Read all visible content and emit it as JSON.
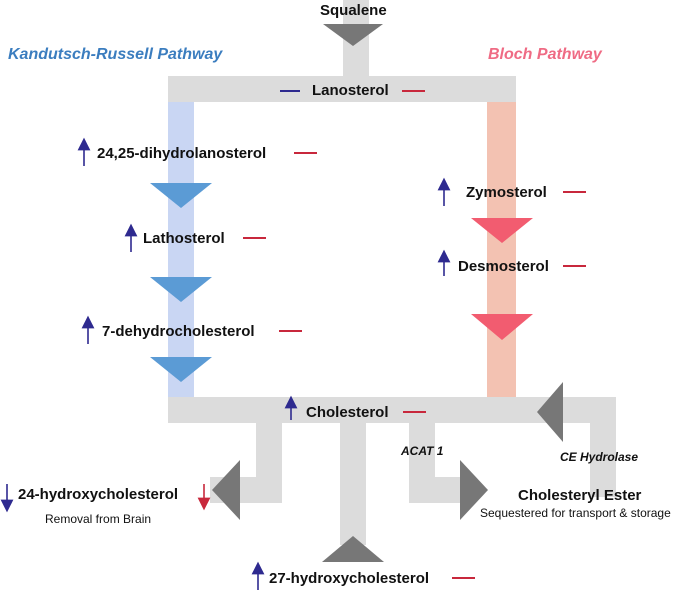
{
  "colors": {
    "up": "#2e2a8f",
    "down": "#2e2a8f",
    "dash_red": "#c8283c",
    "dash_blue": "#2e2a8f",
    "kr_title": "#3b7dbf",
    "bloch_title": "#ef6b84",
    "track_gray": "#dcdcdc",
    "kr_track": "#c9d6f3",
    "bloch_track": "#f3c2b2",
    "kr_arrow": "#5b9bd5",
    "bloch_arrow": "#f25c70",
    "gray_arrow": "#777777"
  },
  "titles": {
    "kandutsch_russell": "Kandutsch-Russell Pathway",
    "bloch": "Bloch Pathway"
  },
  "molecules": {
    "squalene": "Squalene",
    "lanosterol": "Lanosterol",
    "dihydrolanosterol": "24,25-dihydrolanosterol",
    "lathosterol": "Lathosterol",
    "dehydrocholesterol": "7-dehydrocholesterol",
    "zymosterol": "Zymosterol",
    "desmosterol": "Desmosterol",
    "cholesterol": "Cholesterol",
    "hydroxy24": "24-hydroxycholesterol",
    "hydroxy27": "27-hydroxycholesterol",
    "cholesteryl_ester": "Cholesteryl Ester"
  },
  "enzymes": {
    "acat1": "ACAT 1",
    "ce_hydrolase": "CE Hydrolase"
  },
  "notes": {
    "removal": "Removal from Brain",
    "sequestered": "Sequestered for transport & storage"
  },
  "change_indicators": [
    {
      "molecule": "lanosterol",
      "left": "none",
      "left_dash": "blue",
      "right": "red-dash"
    },
    {
      "molecule": "dihydrolanosterol",
      "left": "up",
      "right": "red-dash"
    },
    {
      "molecule": "lathosterol",
      "left": "up",
      "right": "red-dash"
    },
    {
      "molecule": "dehydrocholesterol",
      "left": "up",
      "right": "red-dash"
    },
    {
      "molecule": "zymosterol",
      "left": "up",
      "right": "red-dash"
    },
    {
      "molecule": "desmosterol",
      "left": "up",
      "right": "red-dash"
    },
    {
      "molecule": "cholesterol",
      "left": "up",
      "right": "red-dash"
    },
    {
      "molecule": "hydroxy24",
      "left": "down",
      "right": "down-red"
    },
    {
      "molecule": "hydroxy27",
      "left": "up",
      "right": "red-dash"
    }
  ]
}
